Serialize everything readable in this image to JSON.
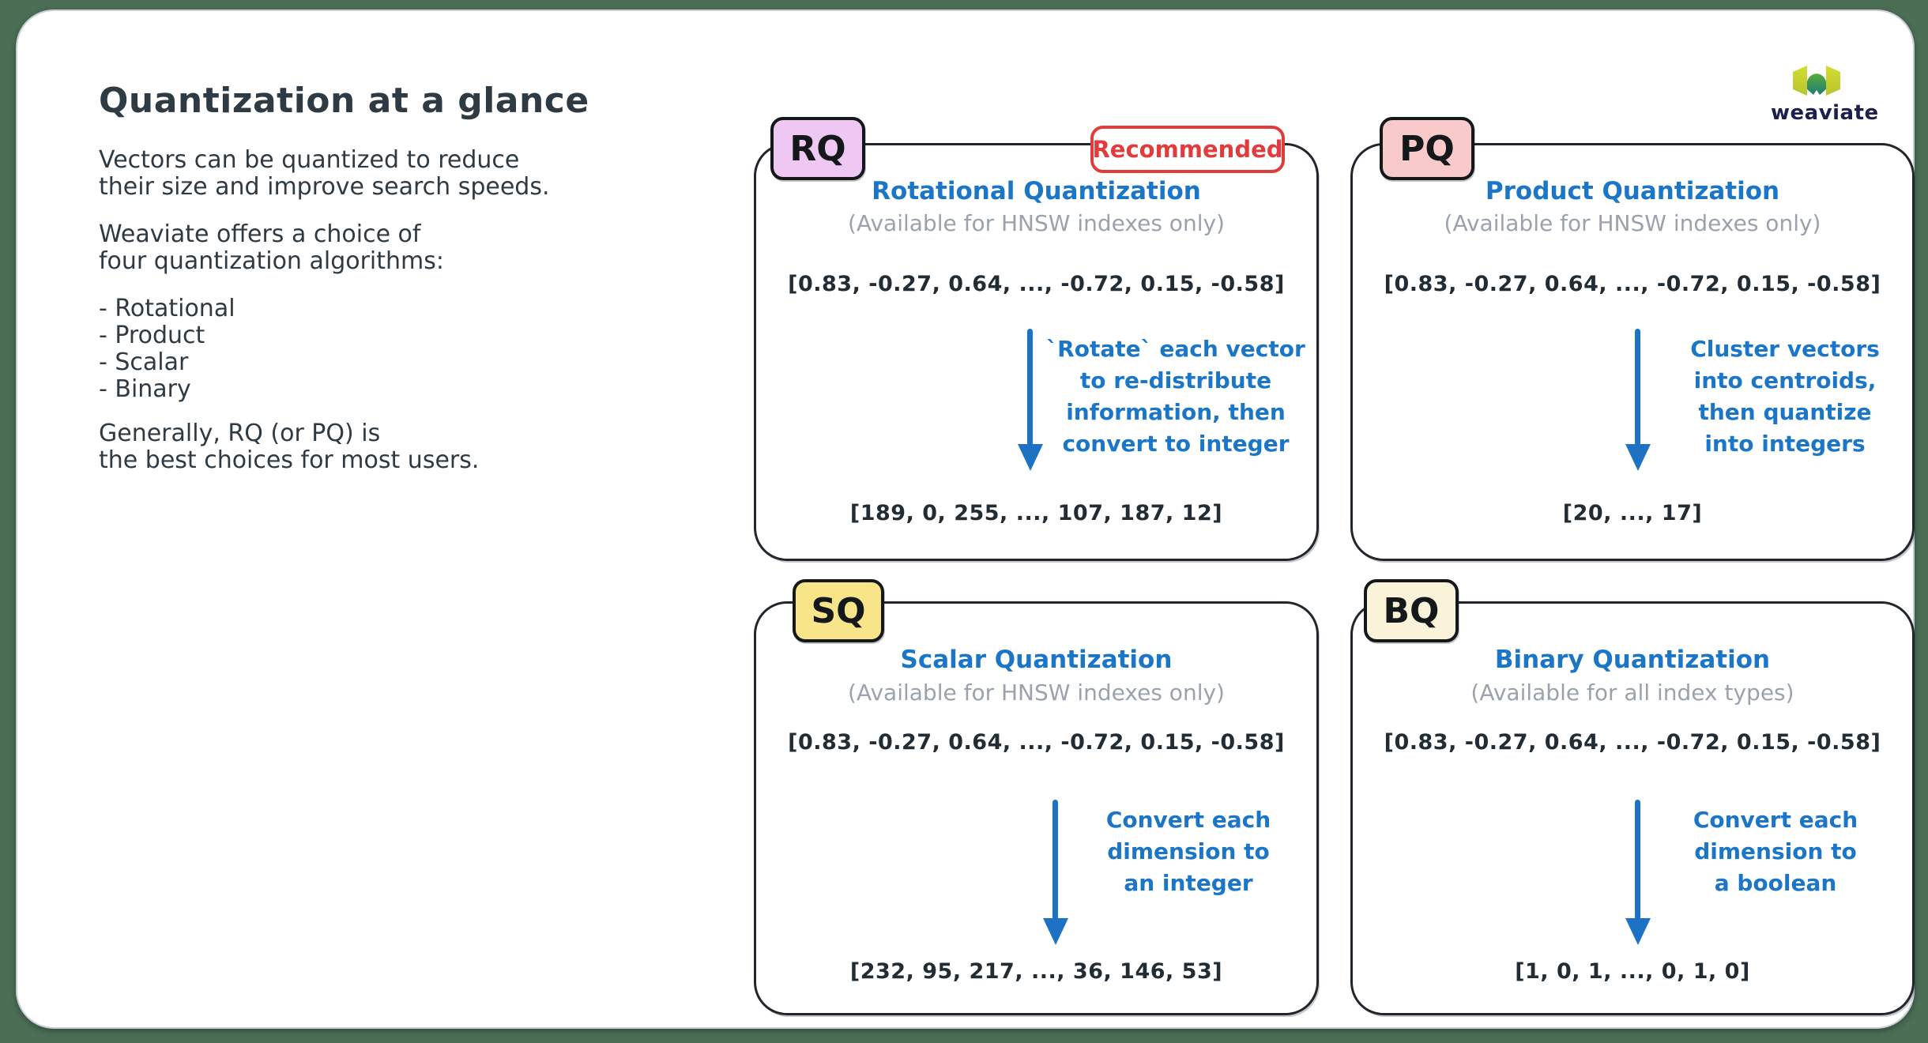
{
  "colors": {
    "background_green": "#4b6e55",
    "canvas_border": "#c9ced8",
    "ink": "#2e3a44",
    "accent_blue": "#1b76c8",
    "muted_gray": "#9aa3ad",
    "recommended_red": "#e23b3b",
    "badge_rq": "#eec8f2",
    "badge_pq": "#f8caca",
    "badge_sq": "#f8e58a",
    "badge_bq": "#faf3d9",
    "logo_navy": "#1d1d4e"
  },
  "left_panel": {
    "title": "Quantization at a glance",
    "intro_lines": [
      "Vectors can be quantized to reduce",
      "their size and improve search speeds."
    ],
    "choice_lines": [
      "Weaviate offers a choice of",
      "four quantization algorithms:"
    ],
    "algorithms": [
      "- Rotational",
      "- Product",
      "- Scalar",
      "- Binary"
    ],
    "closing_lines": [
      "Generally, RQ (or PQ) is",
      "the best choices for most users."
    ]
  },
  "logo": {
    "wordmark": "weaviate"
  },
  "cards": [
    {
      "badge": "RQ",
      "recommended_label": "Recommended",
      "title": "Rotational Quantization",
      "subtitle": "(Available for HNSW indexes only)",
      "input_vector": "[0.83, -0.27, 0.64, ..., -0.72, 0.15, -0.58]",
      "steps": [
        "`Rotate` each vector",
        "to re-distribute",
        "information, then",
        "convert to integer"
      ],
      "output_vector": "[189, 0, 255, ..., 107, 187, 12]"
    },
    {
      "badge": "PQ",
      "title": "Product Quantization",
      "subtitle": "(Available for HNSW indexes only)",
      "input_vector": "[0.83, -0.27, 0.64, ..., -0.72, 0.15, -0.58]",
      "steps": [
        "Cluster vectors",
        "into centroids,",
        "then quantize",
        "into integers"
      ],
      "output_vector": "[20, ..., 17]"
    },
    {
      "badge": "SQ",
      "title": "Scalar Quantization",
      "subtitle": "(Available for HNSW indexes only)",
      "input_vector": "[0.83, -0.27, 0.64, ..., -0.72, 0.15, -0.58]",
      "steps": [
        "Convert each",
        "dimension to",
        "an integer"
      ],
      "output_vector": "[232, 95, 217, ..., 36, 146, 53]"
    },
    {
      "badge": "BQ",
      "title": "Binary Quantization",
      "subtitle": "(Available for all index types)",
      "input_vector": "[0.83, -0.27, 0.64, ..., -0.72, 0.15, -0.58]",
      "steps": [
        "Convert each",
        "dimension to",
        "a boolean"
      ],
      "output_vector": "[1, 0, 1, ..., 0, 1, 0]"
    }
  ]
}
